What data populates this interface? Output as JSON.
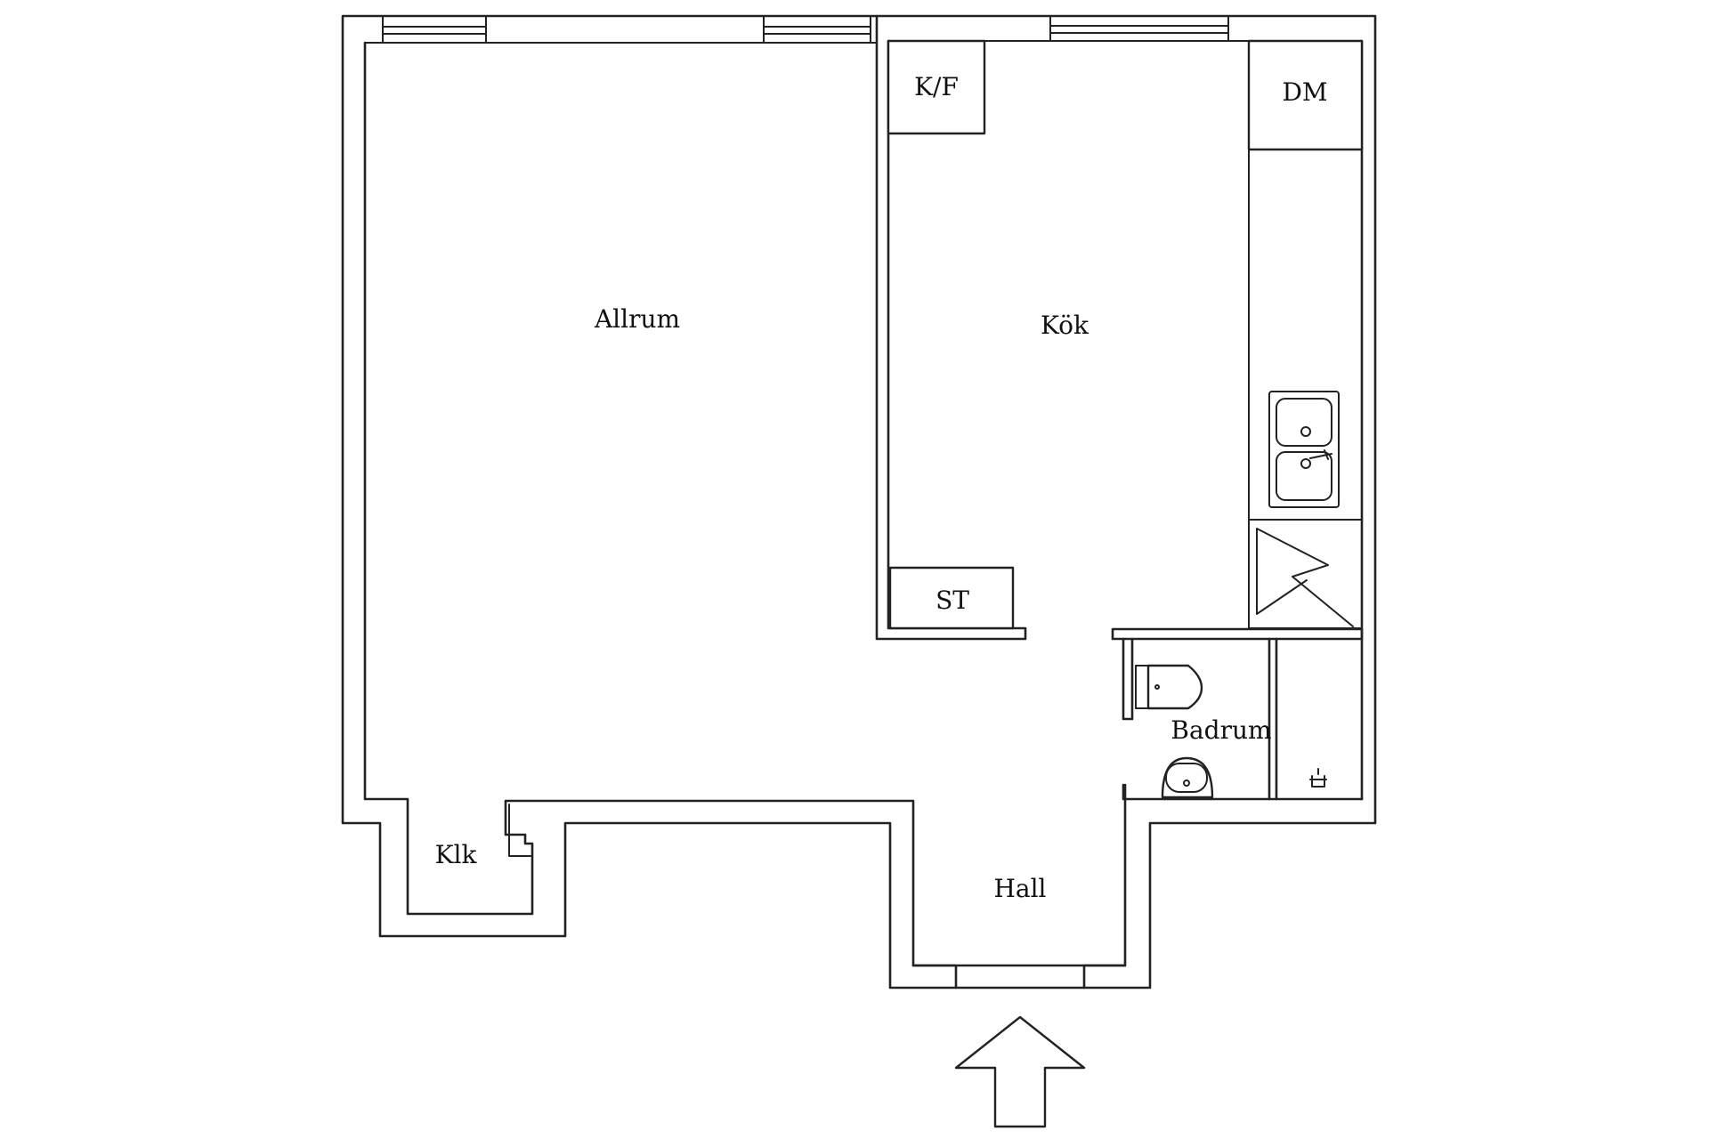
{
  "rooms": {
    "allrum": "Allrum",
    "kok": "Kök",
    "badrum": "Badrum",
    "hall": "Hall",
    "klk": "Klk"
  },
  "fixtures": {
    "kf": "K/F",
    "dm": "DM",
    "st": "ST"
  },
  "colors": {
    "line": "#222222",
    "background": "#ffffff"
  },
  "icons": {
    "entrance": "arrow-up-icon",
    "sink": "double-sink-icon",
    "stove": "chimney-icon",
    "toilet": "toilet-icon",
    "washbasin": "washbasin-icon",
    "tap": "faucet-icon"
  }
}
